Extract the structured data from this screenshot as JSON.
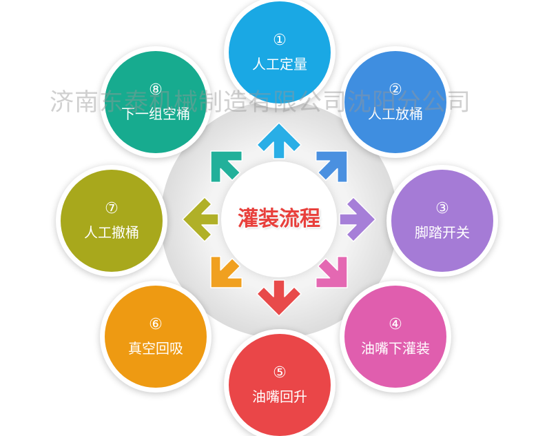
{
  "diagram": {
    "center_label": "灌装流程",
    "watermark": "济南东泰机械制造有限公司沈阳分公司",
    "steps": [
      {
        "num": "①",
        "label": "人工定量",
        "color": "#1aa8e4"
      },
      {
        "num": "②",
        "label": "人工放桶",
        "color": "#3f8ee0"
      },
      {
        "num": "③",
        "label": "脚踏开关",
        "color": "#a57bd6"
      },
      {
        "num": "④",
        "label": "油嘴下灌装",
        "color": "#e05eae"
      },
      {
        "num": "⑤",
        "label": "油嘴回升",
        "color": "#ea4648"
      },
      {
        "num": "⑥",
        "label": "真空回吸",
        "color": "#ee9a12"
      },
      {
        "num": "⑦",
        "label": "人工撤桶",
        "color": "#a8a81c"
      },
      {
        "num": "⑧",
        "label": "下一组空桶",
        "color": "#17ab8f"
      }
    ],
    "arrow_colors": [
      "#29aee6",
      "#4a90e0",
      "#a67fd8",
      "#e468b2",
      "#e84a4a",
      "#f0a020",
      "#b0b028",
      "#22b09a"
    ]
  }
}
